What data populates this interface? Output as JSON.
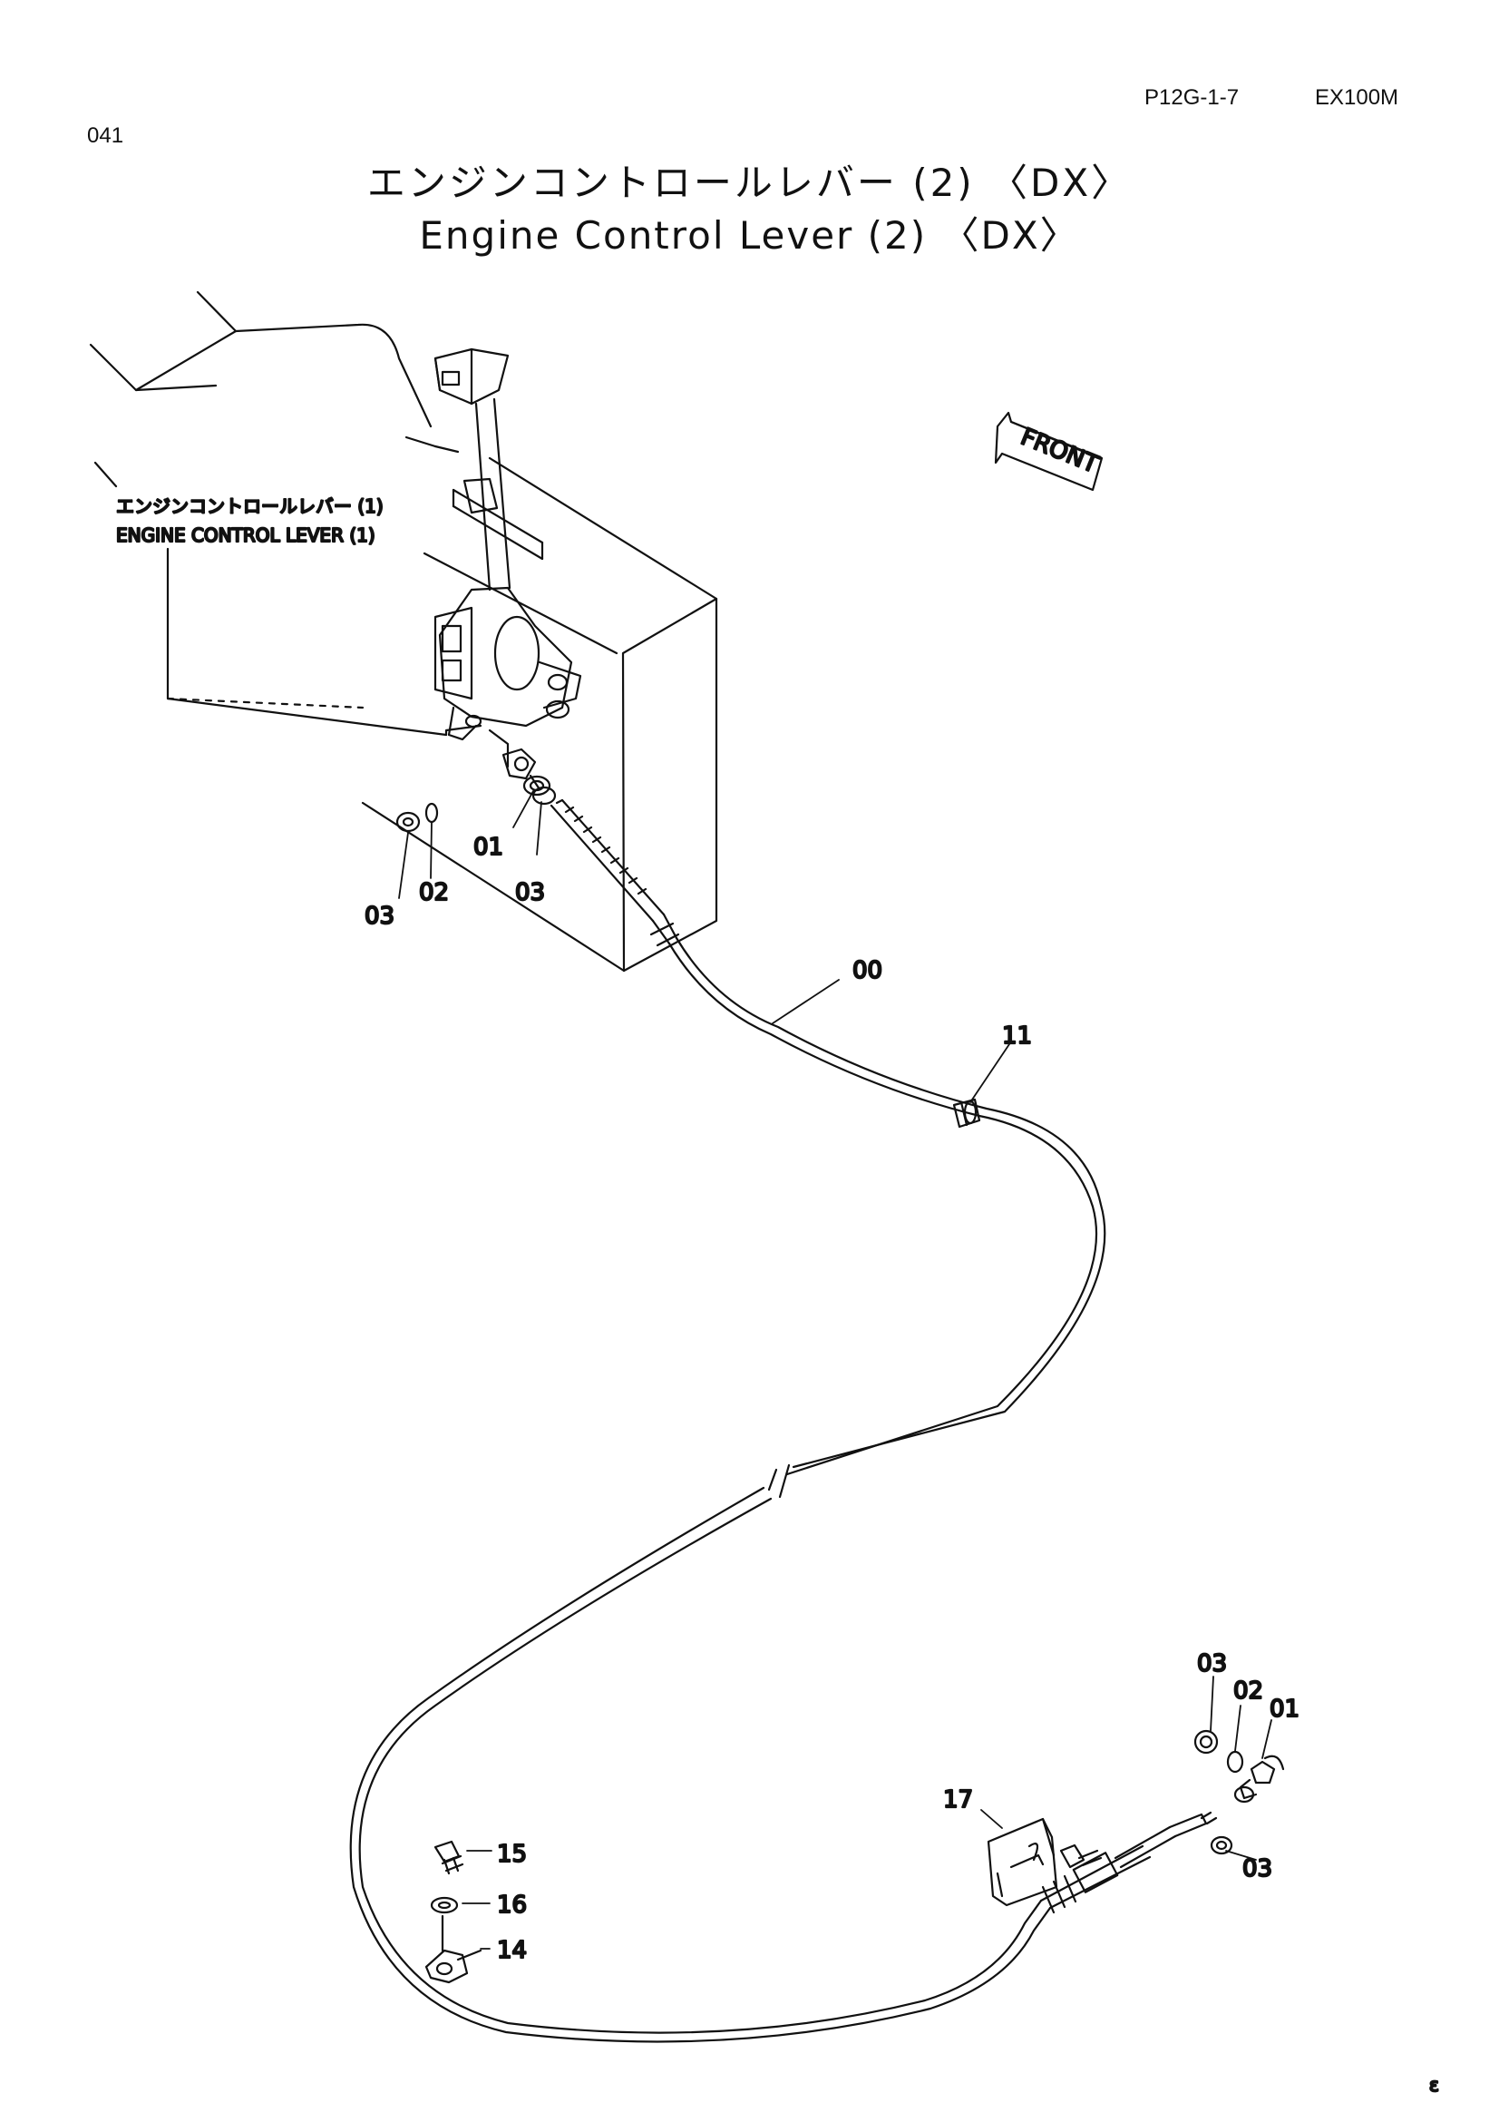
{
  "header": {
    "page_code": "P12G-1-7",
    "model": "EX100M",
    "page_number": "041"
  },
  "title": {
    "japanese": "エンジンコントロールレバー (2) 〈DX〉",
    "english": "Engine Control Lever (2) 〈DX〉"
  },
  "front_indicator": "FRONT",
  "reference": {
    "japanese": "エンジンコントロールレバー (1)",
    "english": "ENGINE CONTROL LEVER (1)"
  },
  "callouts": {
    "c00": "00",
    "c01_upper": "01",
    "c03_upper_center": "03",
    "c02_upper": "02",
    "c03_upper_left": "03",
    "c11": "11",
    "c03_lower_top": "03",
    "c02_lower": "02",
    "c01_lower": "01",
    "c17": "17",
    "c03_lower_bottom": "03",
    "c15": "15",
    "c16": "16",
    "c14": "14"
  },
  "corner_mark": "ɛ"
}
